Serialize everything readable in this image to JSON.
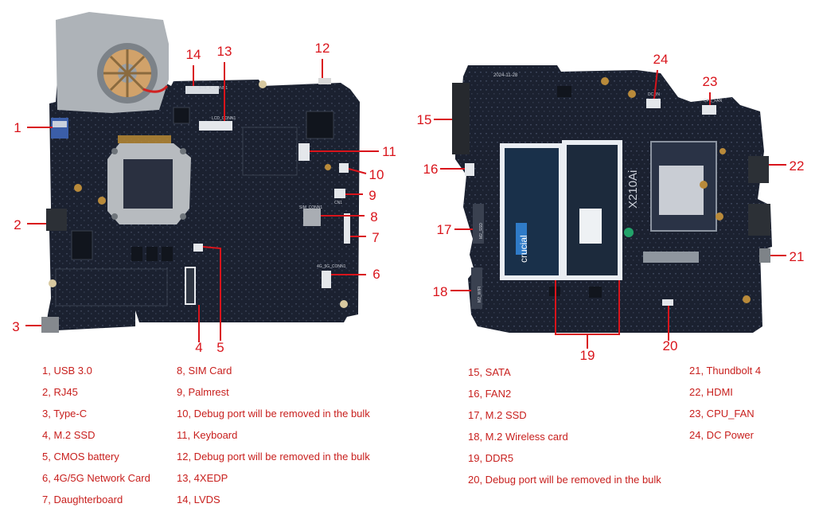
{
  "colors": {
    "callout": "#d9141b",
    "legend_text": "#c8201e",
    "pcb": "#1b2130",
    "silkscreen": "#c9cdd6"
  },
  "board_left": {
    "callouts": [
      "1",
      "2",
      "3",
      "4",
      "5",
      "6",
      "7",
      "8",
      "9",
      "10",
      "11",
      "12",
      "13",
      "14"
    ],
    "silkscreen": [
      "BTB_K_CONN1",
      "LCD_CONN1",
      "SIM_CONN1",
      "4G_5G_CONN1",
      "CN1"
    ]
  },
  "board_right": {
    "callouts": [
      "15",
      "16",
      "17",
      "18",
      "19",
      "20",
      "21",
      "22",
      "23",
      "24"
    ],
    "silkscreen": [
      "crucial",
      "X210Ai",
      "2024-11-28",
      "M2_SSD",
      "M2_WIFI",
      "CPU_FAN",
      "DC_IN"
    ]
  },
  "legend": {
    "col_a": [
      "1, USB 3.0",
      "2, RJ45",
      "3, Type-C",
      "4, M.2 SSD",
      "5, CMOS battery",
      "6, 4G/5G Network Card",
      "7, Daughterboard"
    ],
    "col_b": [
      "8, SIM Card",
      "9, Palmrest",
      "10, Debug port will be removed in the bulk",
      "11, Keyboard",
      "12, Debug port will be removed in the bulk",
      "13, 4XEDP",
      "14, LVDS"
    ],
    "col_c": [
      "15, SATA",
      "16, FAN2",
      "17, M.2 SSD",
      "18, M.2 Wireless card",
      "19, DDR5",
      "20, Debug port will be removed in the bulk"
    ],
    "col_d": [
      "21, Thundbolt 4",
      "22, HDMI",
      "23, CPU_FAN",
      "24, DC Power"
    ]
  }
}
